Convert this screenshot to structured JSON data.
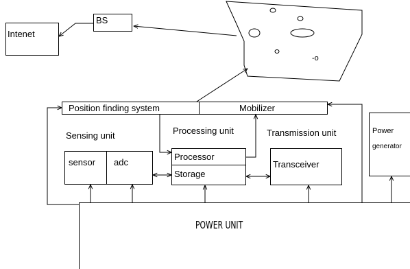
{
  "diagram": {
    "internet_label": "Intenet",
    "bs_label": "BS",
    "position_finding_label": "Position finding system",
    "mobilizer_label": "Mobilizer",
    "sensing_unit_label": "Sensing unit",
    "processing_unit_label": "Processing unit",
    "transmission_unit_label": "Transmission unit",
    "sensor_label": "sensor",
    "adc_label": "adc",
    "processor_label": "Processor",
    "storage_label": "Storage",
    "transceiver_label": "Transceiver",
    "power_generator_line1": "Power",
    "power_generator_line2": "generator",
    "power_unit_label": "POWER UNIT",
    "field_mark": "-o"
  }
}
